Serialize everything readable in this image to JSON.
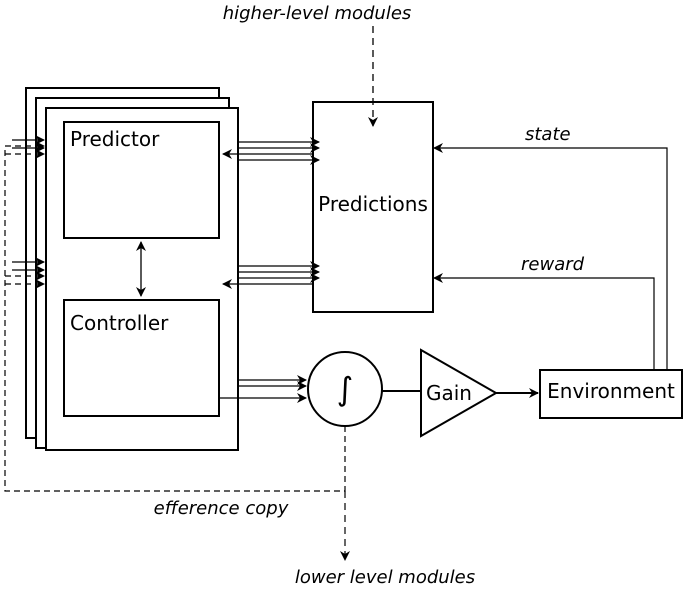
{
  "diagram": {
    "labels": {
      "predictor": "Predictor",
      "controller": "Controller",
      "predictions": "Predictions",
      "integrator": "∫",
      "gain": "Gain",
      "environment": "Environment",
      "higher_level": "higher-level modules",
      "lower_level": "lower level modules",
      "state": "state",
      "reward": "reward",
      "efference_copy": "efference copy"
    }
  }
}
